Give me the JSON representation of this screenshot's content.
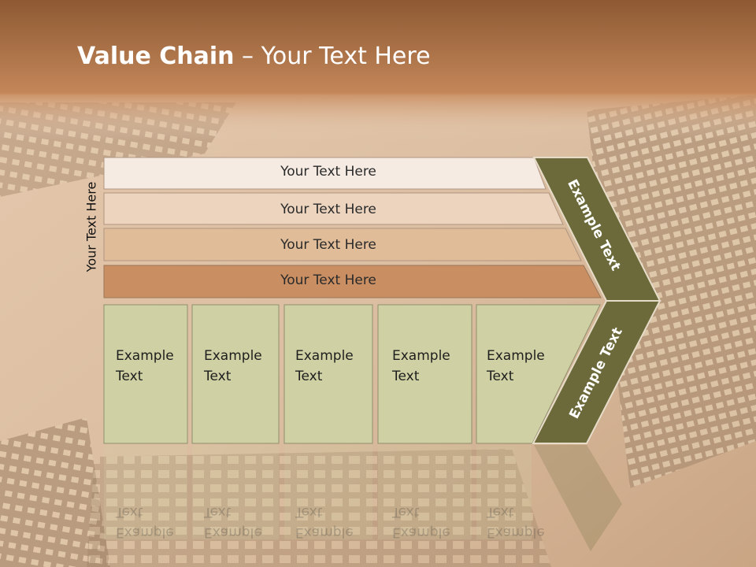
{
  "colors": {
    "header_top": "#8e5a33",
    "header_bottom": "#c4875a",
    "band_1": "#f5ebe2",
    "band_2": "#ecd4be",
    "band_3": "#e0bc98",
    "band_4": "#c98e62",
    "box_fill": "#cfd0a3",
    "chevron": "#6c6a3a"
  },
  "title": {
    "bold": "Value Chain",
    "rest": " – Your Text Here"
  },
  "side_label": "Your Text Here",
  "bands": [
    "Your Text Here",
    "Your Text Here",
    "Your Text Here",
    "Your Text Here"
  ],
  "boxes": [
    "Example\nText",
    "Example\nText",
    "Example\nText",
    "Example\nText",
    "Example\nText"
  ],
  "chevron": {
    "upper": "Example Text",
    "lower": "Example Text"
  }
}
